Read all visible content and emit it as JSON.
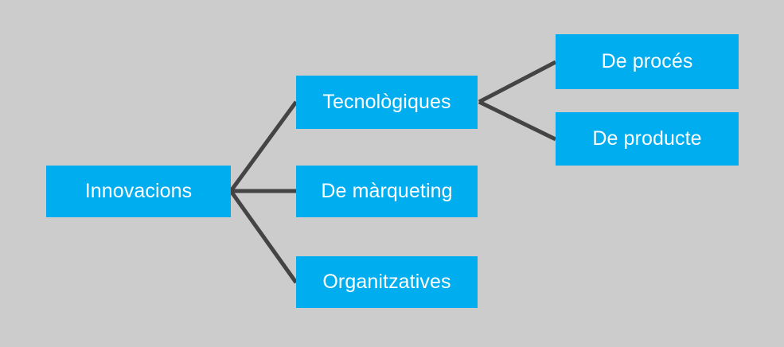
{
  "diagram": {
    "title": "Innovacions",
    "type": "tree-diagram",
    "orientation": "left-to-right",
    "colors": {
      "background": "#cccccc",
      "node_fill": "#00adef",
      "node_text": "#ffffff",
      "connector": "#444444"
    },
    "nodes": {
      "root": {
        "label": "Innovacions",
        "level": 1
      },
      "tecnologiques": {
        "label": "Tecnològiques",
        "level": 2
      },
      "marqueting": {
        "label": "De màrqueting",
        "level": 2
      },
      "organitzatives": {
        "label": "Organitzatives",
        "level": 2
      },
      "proces": {
        "label": "De procés",
        "level": 3
      },
      "producte": {
        "label": "De producte",
        "level": 3
      }
    },
    "edges": [
      {
        "from": "root",
        "to": "tecnologiques"
      },
      {
        "from": "root",
        "to": "marqueting"
      },
      {
        "from": "root",
        "to": "organitzatives"
      },
      {
        "from": "tecnologiques",
        "to": "proces"
      },
      {
        "from": "tecnologiques",
        "to": "producte"
      }
    ]
  }
}
